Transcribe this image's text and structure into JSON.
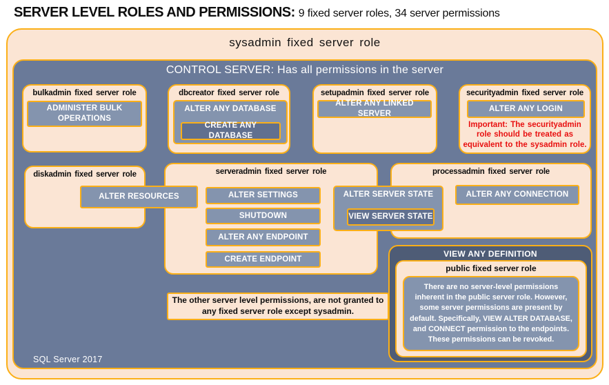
{
  "page": {
    "title_bold": "SERVER LEVEL ROLES AND PERMISSIONS:",
    "title_rest": "9 fixed server roles, 34 server permissions"
  },
  "sysadmin": {
    "label": "sysadmin fixed server role"
  },
  "control": {
    "label": "CONTROL SERVER: Has all permissions in the server",
    "footer": "SQL Server 2017"
  },
  "roles": {
    "bulkadmin": {
      "title": "bulkadmin fixed server role",
      "perm": "ADMINISTER BULK OPERATIONS"
    },
    "dbcreator": {
      "title": "dbcreator fixed server role",
      "perm_outer": "ALTER ANY DATABASE",
      "perm_inner": "CREATE ANY DATABASE"
    },
    "setupadmin": {
      "title": "setupadmin fixed server role",
      "perm": "ALTER ANY LINKED SERVER"
    },
    "securityadmin": {
      "title": "securityadmin fixed server role",
      "perm": "ALTER ANY LOGIN",
      "note": "Important: The securityadmin role should be treated as equivalent to the sysadmin role."
    },
    "diskadmin": {
      "title": "diskadmin fixed server role",
      "perm": "ALTER RESOURCES"
    },
    "serveradmin": {
      "title": "serveradmin fixed server role",
      "perms": [
        "ALTER SETTINGS",
        "SHUTDOWN",
        "ALTER ANY ENDPOINT",
        "CREATE ENDPOINT"
      ]
    },
    "shared_state": {
      "outer": "ALTER SERVER STATE",
      "inner": "VIEW SERVER STATE"
    },
    "processadmin": {
      "title": "processadmin fixed server role",
      "perm": "ALTER ANY CONNECTION"
    },
    "public": {
      "banner": "VIEW ANY DEFINITION",
      "title": "public fixed server role",
      "body": "There are no server-level permissions inherent in the public server role. However, some server permissions are present by default. Specifically, VIEW ALTER DATABASE, and CONNECT permission to the endpoints. These permissions can be revoked."
    }
  },
  "note": "The other server level permissions, are not granted to any fixed server role except sysadmin.",
  "colors": {
    "peach": "#FBE5D4",
    "gold_border": "#FBAF17",
    "control_blue": "#6A7A99",
    "button_blue": "#8494AE",
    "nested_button_blue": "#61708F",
    "definition_dark_blue": "#4E5C76",
    "warning_red": "#E81010"
  }
}
